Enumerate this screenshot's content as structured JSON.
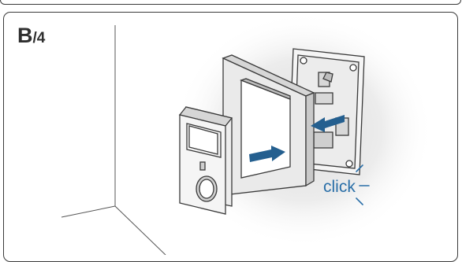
{
  "step": {
    "letter": "B",
    "suffix": "/4"
  },
  "callout": {
    "text": "click"
  },
  "colors": {
    "accent": "#2a6fa8",
    "line": "#3a3a3a"
  }
}
